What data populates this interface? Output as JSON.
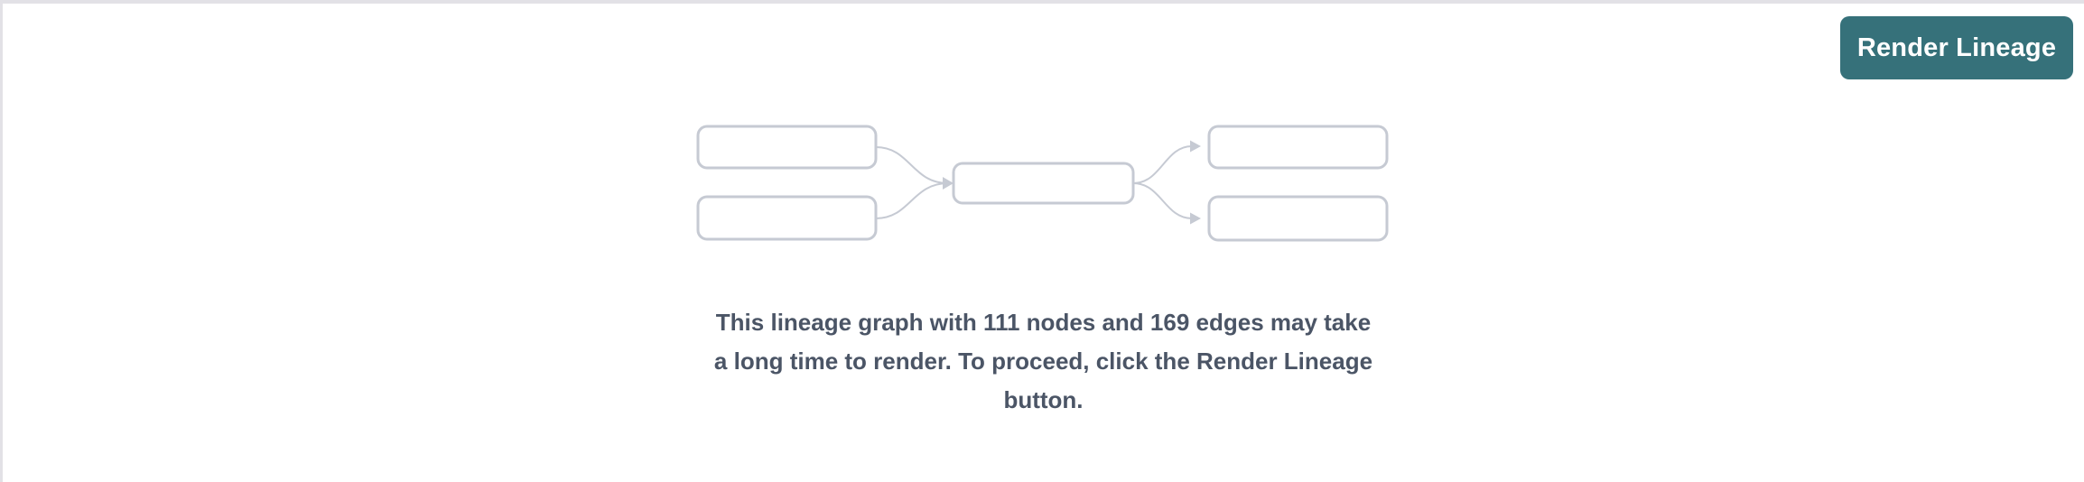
{
  "header": {
    "render_button_label": "Render Lineage"
  },
  "empty_state": {
    "message": "This lineage graph with 111 nodes and 169 edges may take a long time to render. To proceed, click the Render Lineage button.",
    "message_lines": [
      "This lineage graph with 111 nodes and 169 edges may take",
      "a long time to render. To proceed, click the Render Lineage",
      "button."
    ],
    "node_count": "111",
    "edge_count": "169",
    "graphic": "lineage-placeholder"
  },
  "colors": {
    "accent_teal": "#36717a",
    "button_text": "#ffffff",
    "graphic_stroke": "#c6cad3",
    "message_text": "#4b5566",
    "divider": "#e2e1e6",
    "background": "#ffffff"
  }
}
